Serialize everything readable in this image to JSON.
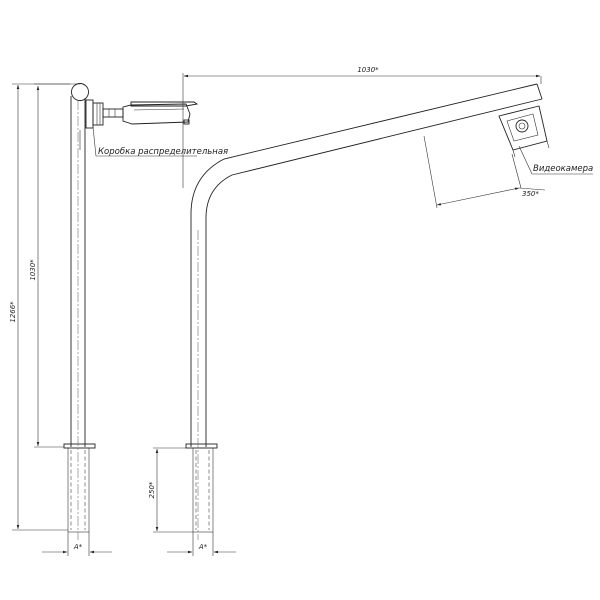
{
  "dimensions": {
    "arm_length": "1030*",
    "total_height": "1266*",
    "pole_height": "1030*",
    "base_depth": "250*",
    "camera_offset": "350*",
    "base_width_left": "A*",
    "base_width_right": "A*"
  },
  "labels": {
    "junction_box": "Коробка распределительная",
    "camera": "Видеокамера"
  }
}
